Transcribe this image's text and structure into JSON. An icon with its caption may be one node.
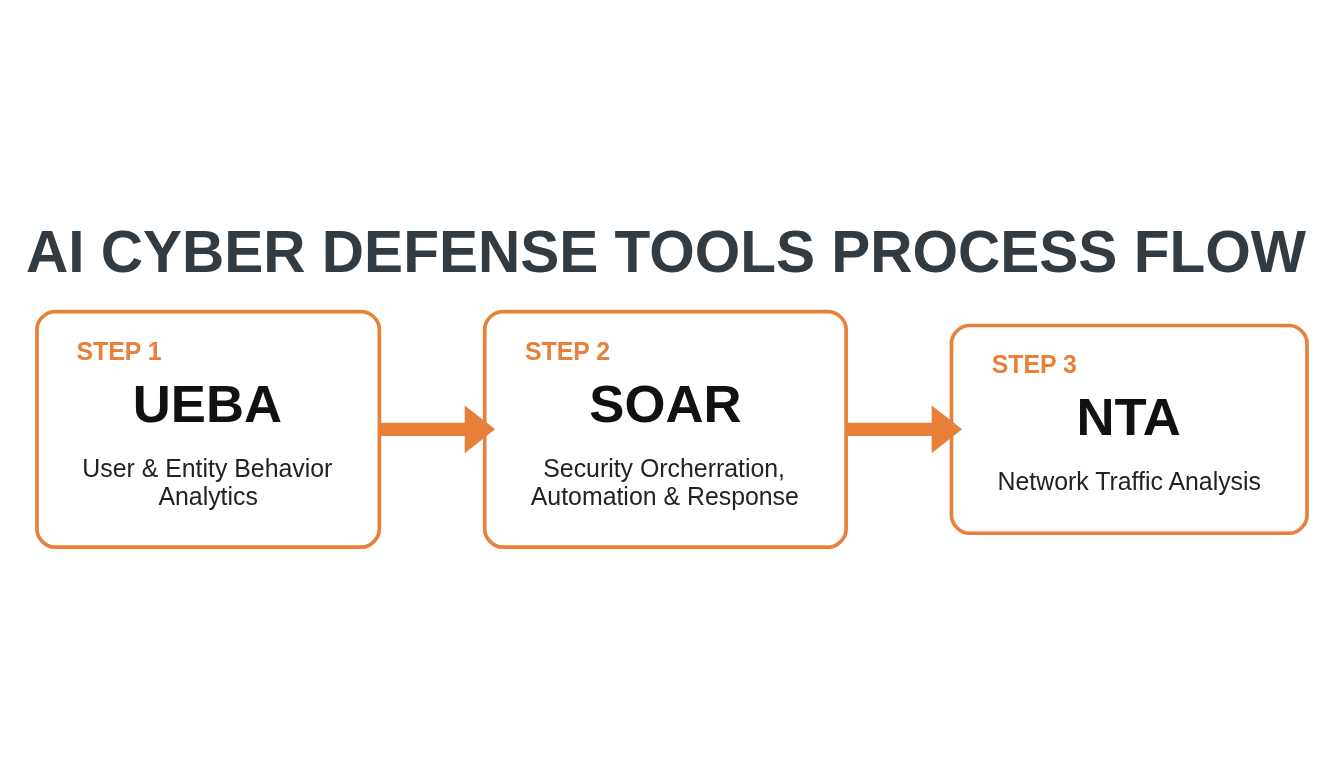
{
  "diagram": {
    "title": "AI CYBER DEFENSE TOOLS PROCESS FLOW",
    "nodes": [
      {
        "text": [
          "STEP 1",
          "UEBA",
          "User & Entity Behavior Analytics"
        ]
      },
      {
        "text": [
          "STEP 2",
          "SOAR",
          "Security Orcherration, Automation & Response"
        ]
      },
      {
        "text": [
          "STEP 3",
          "NTA",
          "Network Traffic Analysis"
        ]
      }
    ],
    "edges": [
      {
        "from": 0,
        "to": 1,
        "arrow": "to"
      },
      {
        "from": 1,
        "to": 2,
        "arrow": "to"
      }
    ]
  }
}
